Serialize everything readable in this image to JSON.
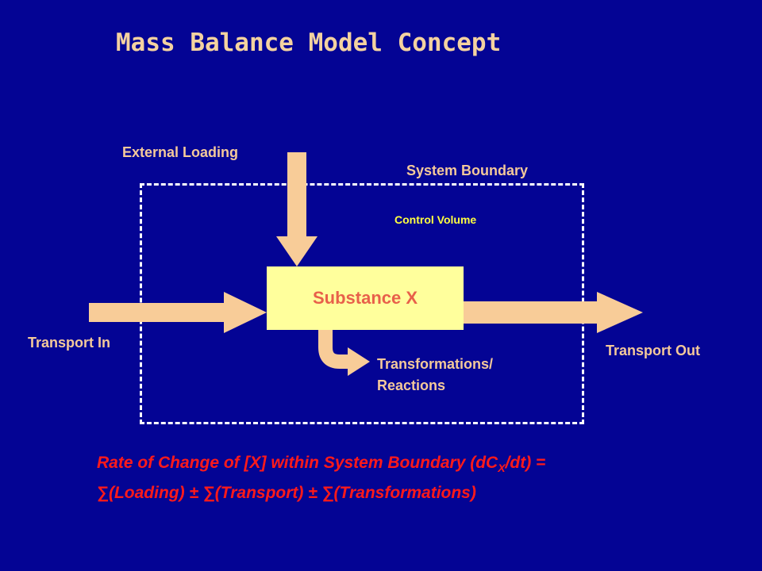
{
  "title": "Mass Balance Model Concept",
  "labels": {
    "external_loading": "External Loading",
    "system_boundary": "System Boundary",
    "control_volume": "Control Volume",
    "substance": "Substance X",
    "transport_in": "Transport In",
    "transport_out": "Transport Out",
    "transformations_line1": "Transformations/",
    "transformations_line2": "Reactions"
  },
  "equation": {
    "line1_prefix": "Rate of Change of [X] within System Boundary (dC",
    "line1_sub": "X",
    "line1_suffix": "/dt) =",
    "line2": "∑(Loading) ± ∑(Transport) ± ∑(Transformations)"
  },
  "colors": {
    "background": "#040494",
    "arrow": "#f8cc98",
    "substance_box": "#ffff9c",
    "equation": "#ff1a1a",
    "control_volume_text": "#ffff40"
  }
}
